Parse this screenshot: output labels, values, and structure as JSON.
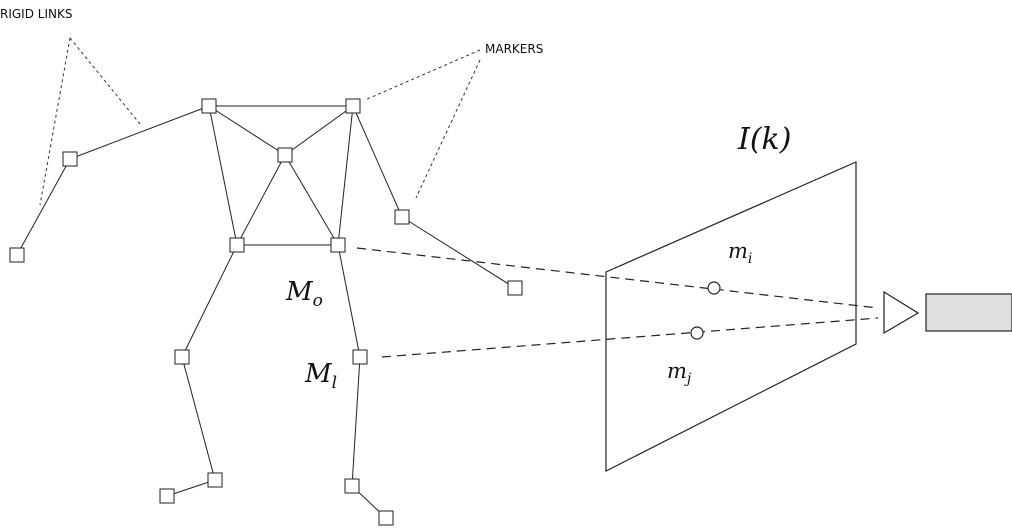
{
  "labels": {
    "rigid_links": "RIGID LINKS",
    "markers": "MARKERS",
    "image": "I(k)",
    "M_o": {
      "main": "M",
      "sub": "o"
    },
    "M_l": {
      "main": "M",
      "sub": "l"
    },
    "m_i": {
      "main": "m",
      "sub": "i"
    },
    "m_j": {
      "main": "m",
      "sub": "j"
    }
  },
  "colors": {
    "stroke": "#222222",
    "camera_body": "#e0e0e0"
  }
}
